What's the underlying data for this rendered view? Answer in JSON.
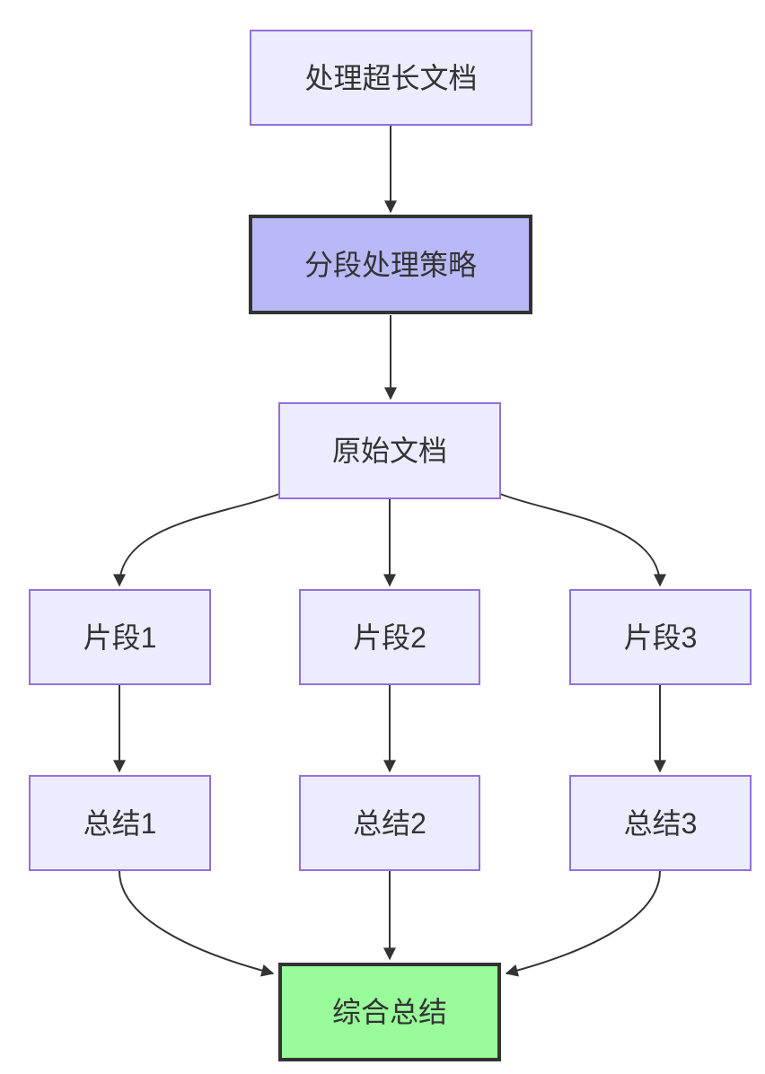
{
  "diagram": {
    "type": "flowchart",
    "direction": "top-down",
    "nodes": [
      {
        "id": "A",
        "label": "处理超长文档",
        "style": "default"
      },
      {
        "id": "B",
        "label": "分段处理策略",
        "style": "highlight"
      },
      {
        "id": "C",
        "label": "原始文档",
        "style": "default"
      },
      {
        "id": "D",
        "label": "片段1",
        "style": "default"
      },
      {
        "id": "E",
        "label": "片段2",
        "style": "default"
      },
      {
        "id": "F",
        "label": "片段3",
        "style": "default"
      },
      {
        "id": "G",
        "label": "总结1",
        "style": "default"
      },
      {
        "id": "H",
        "label": "总结2",
        "style": "default"
      },
      {
        "id": "I",
        "label": "总结3",
        "style": "default"
      }
    ],
    "final_node": {
      "id": "J",
      "label": "综合总结",
      "style": "success"
    },
    "edges": [
      {
        "from": "A",
        "to": "B"
      },
      {
        "from": "B",
        "to": "C"
      },
      {
        "from": "C",
        "to": "D"
      },
      {
        "from": "C",
        "to": "E"
      },
      {
        "from": "C",
        "to": "F"
      },
      {
        "from": "D",
        "to": "G"
      },
      {
        "from": "E",
        "to": "H"
      },
      {
        "from": "F",
        "to": "I"
      },
      {
        "from": "G",
        "to": "J"
      },
      {
        "from": "H",
        "to": "J"
      },
      {
        "from": "I",
        "to": "J"
      }
    ],
    "colors": {
      "node_fill": "#ECECFF",
      "node_border": "#9370DB",
      "highlight_fill": "#b9b9f8",
      "success_fill": "#99fb99",
      "dark_border": "#333333",
      "edge_color": "#333333",
      "text_color": "#333333",
      "background": "#ffffff"
    }
  }
}
